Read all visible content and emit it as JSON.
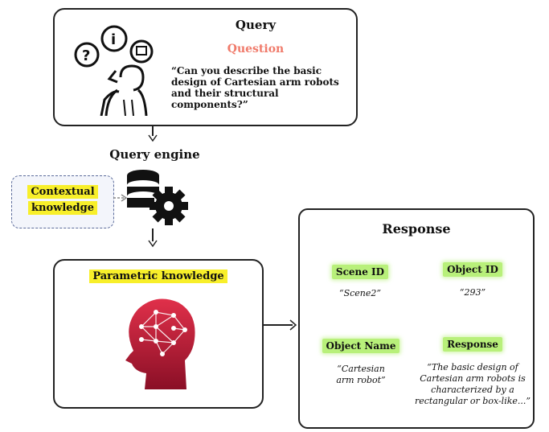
{
  "query": {
    "title": "Query",
    "subtitle": "Question",
    "text_line1": "“Can you describe the basic",
    "text_line2": "design of Cartesian arm robots",
    "text_line3": "and their structural",
    "text_line4": "components?”"
  },
  "engine": {
    "title": "Query engine"
  },
  "contextual": {
    "line1": "Contextual",
    "line2": "knowledge"
  },
  "parametric": {
    "label": "Parametric knowledge"
  },
  "response": {
    "title": "Response",
    "fields": [
      {
        "label": "Scene ID",
        "lines": [
          "“Scene2”"
        ]
      },
      {
        "label": "Object ID",
        "lines": [
          "“293”"
        ]
      },
      {
        "label": "Object Name",
        "lines": [
          "“Cartesian",
          "arm robot”"
        ]
      },
      {
        "label": "Response",
        "lines": [
          "“The basic design of",
          "Cartesian arm robots is",
          "characterized by a",
          "rectangular or box-like...”"
        ]
      }
    ]
  },
  "colors": {
    "question": "#f07a6a",
    "highlight_yellow": "#f8ef2a",
    "highlight_green": "#b8f07a",
    "brain": "#c0183a"
  }
}
